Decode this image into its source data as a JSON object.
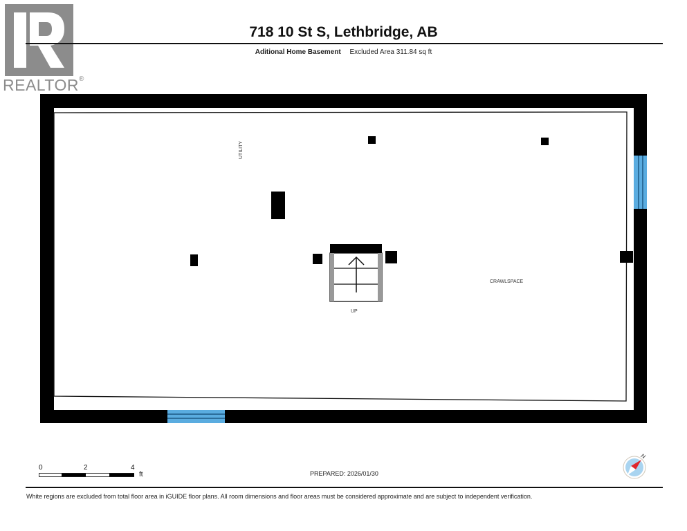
{
  "logo": {
    "mark": "R",
    "text": "REALTOR",
    "trademark": "®",
    "color": "#8c8c8c"
  },
  "header": {
    "title": "718 10 St S, Lethbridge, AB",
    "floor_name": "Aditional Home Basement",
    "area_text": "Excluded Area 311.84 sq ft"
  },
  "floorplan": {
    "wall_color": "#000000",
    "window_color": "#5aace0",
    "rooms": [
      {
        "label": "UTILITY",
        "orientation": "vertical"
      },
      {
        "label": "CRAWLSPACE",
        "orientation": "horizontal"
      }
    ],
    "stairs": {
      "label": "UP",
      "direction_icon": "arrow-up"
    },
    "windows": [
      {
        "wall": "right"
      },
      {
        "wall": "bottom"
      }
    ],
    "columns_count": 7
  },
  "scale_bar": {
    "ticks": [
      "0",
      "2",
      "4"
    ],
    "unit": "ft"
  },
  "compass": {
    "label": "N",
    "needle_color": "#e0262b",
    "face_color": "#a9d4f0"
  },
  "footer": {
    "prepared": "PREPARED: 2026/01/30",
    "disclaimer": "White regions are excluded from total floor area in iGUIDE floor plans. All room dimensions and floor areas must be considered approximate and are subject to independent verification."
  }
}
